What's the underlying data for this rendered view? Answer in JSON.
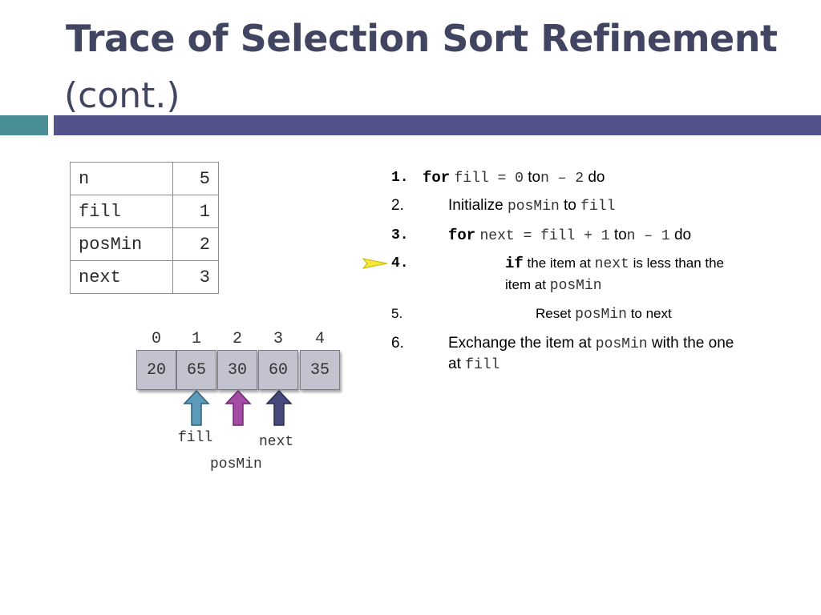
{
  "slide": {
    "title": "Trace of Selection Sort Refinement",
    "subtitle": "(cont.)"
  },
  "variables": [
    {
      "name": "n",
      "value": "5"
    },
    {
      "name": "fill",
      "value": "1"
    },
    {
      "name": "posMin",
      "value": "2"
    },
    {
      "name": "next",
      "value": "3"
    }
  ],
  "array": {
    "indices": [
      "0",
      "1",
      "2",
      "3",
      "4"
    ],
    "values": [
      "20",
      "65",
      "30",
      "60",
      "35"
    ]
  },
  "pointers": {
    "fill": {
      "label": "fill",
      "index": 1,
      "color": "#5b9ab8"
    },
    "posMin": {
      "label": "posMin",
      "index": 2,
      "color": "#a44ba6"
    },
    "next": {
      "label": "next",
      "index": 3,
      "color": "#46497a"
    }
  },
  "algorithm": {
    "current_step_marker": "pointer-icon",
    "step1": {
      "num": "1.",
      "kw": "for",
      "a": "fill = 0",
      "to": "to",
      "b": "n – 2",
      "do": "do"
    },
    "step2": {
      "num": "2.",
      "text": "Initialize",
      "a": "posMin",
      "to": "to",
      "b": "fill"
    },
    "step3": {
      "num": "3.",
      "kw": "for",
      "a": "next = fill + 1",
      "to": "to",
      "b": "n – 1",
      "do": "do"
    },
    "step4": {
      "num": "4.",
      "kw": "if",
      "t1": "the item at",
      "a": "next",
      "t2": "is less than the",
      "t3": "item at",
      "b": "posMin"
    },
    "step5": {
      "num": "5.",
      "t1": "Reset",
      "a": "posMin",
      "t2": "to next"
    },
    "step6": {
      "num": "6.",
      "t1": "Exchange the item at",
      "a": "posMin",
      "t2": "with the one",
      "t3": "at",
      "b": "fill"
    }
  },
  "colors": {
    "title": "#414561",
    "bar_teal": "#4a8f95",
    "bar_purple": "#53528a",
    "marker": "#f5e63a"
  }
}
